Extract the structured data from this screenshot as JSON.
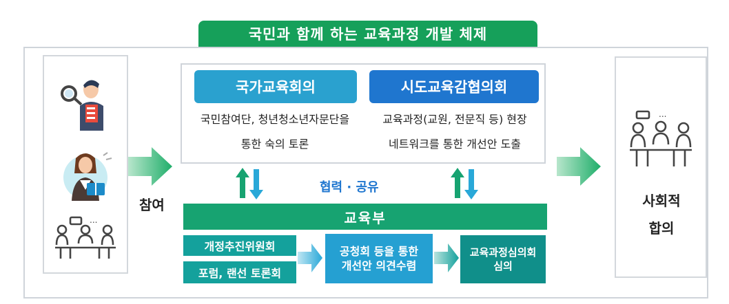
{
  "title": "국민과 함께 하는 교육과정 개발 체제",
  "participation_label": "참여",
  "national_council": {
    "label": "국가교육회의",
    "desc_line1": "국민참여단, 청년청소년자문단을",
    "desc_line2": "통한 숙의 토론"
  },
  "superintendents_council": {
    "label": "시도교육감협의회",
    "desc_line1": "교육과정(교원, 전문직 등) 현장",
    "desc_line2": "네트워크를 통한 개선안 도출"
  },
  "cooperation_label": "협력 · 공유",
  "ministry_label": "교육부",
  "revision_committee": "개정추진위원회",
  "forum": "포럼, 랜선 토론회",
  "hearing_line1": "공청회 등을 통한",
  "hearing_line2": "개선안 의견수렴",
  "deliberation_line1": "교육과정심의회",
  "deliberation_line2": "심의",
  "social_consensus_line1": "사회적",
  "social_consensus_line2": "합의",
  "colors": {
    "title_green": "#16a05a",
    "arrow_green": "#1fae6a",
    "teal": "#14a19c",
    "blue": "#1f76cf",
    "light_blue": "#2aa1cf"
  }
}
